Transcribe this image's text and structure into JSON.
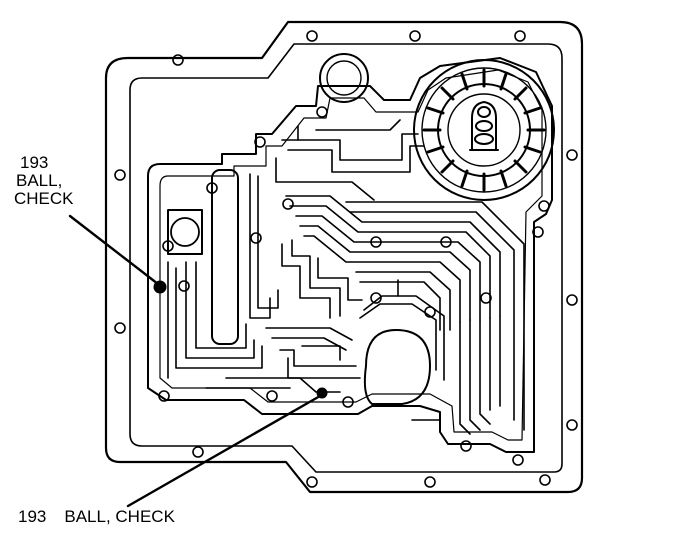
{
  "callouts": [
    {
      "number": "193",
      "line1": "BALL,",
      "line2": "CHECK"
    },
    {
      "number": "193",
      "label": "BALL, CHECK"
    }
  ],
  "colors": {
    "ink": "#000000",
    "paper": "#ffffff"
  },
  "icons": [
    "gasket-outline-icon",
    "bolt-hole-icon",
    "servo-piston-icon",
    "check-ball-icon",
    "leader-line-icon"
  ]
}
